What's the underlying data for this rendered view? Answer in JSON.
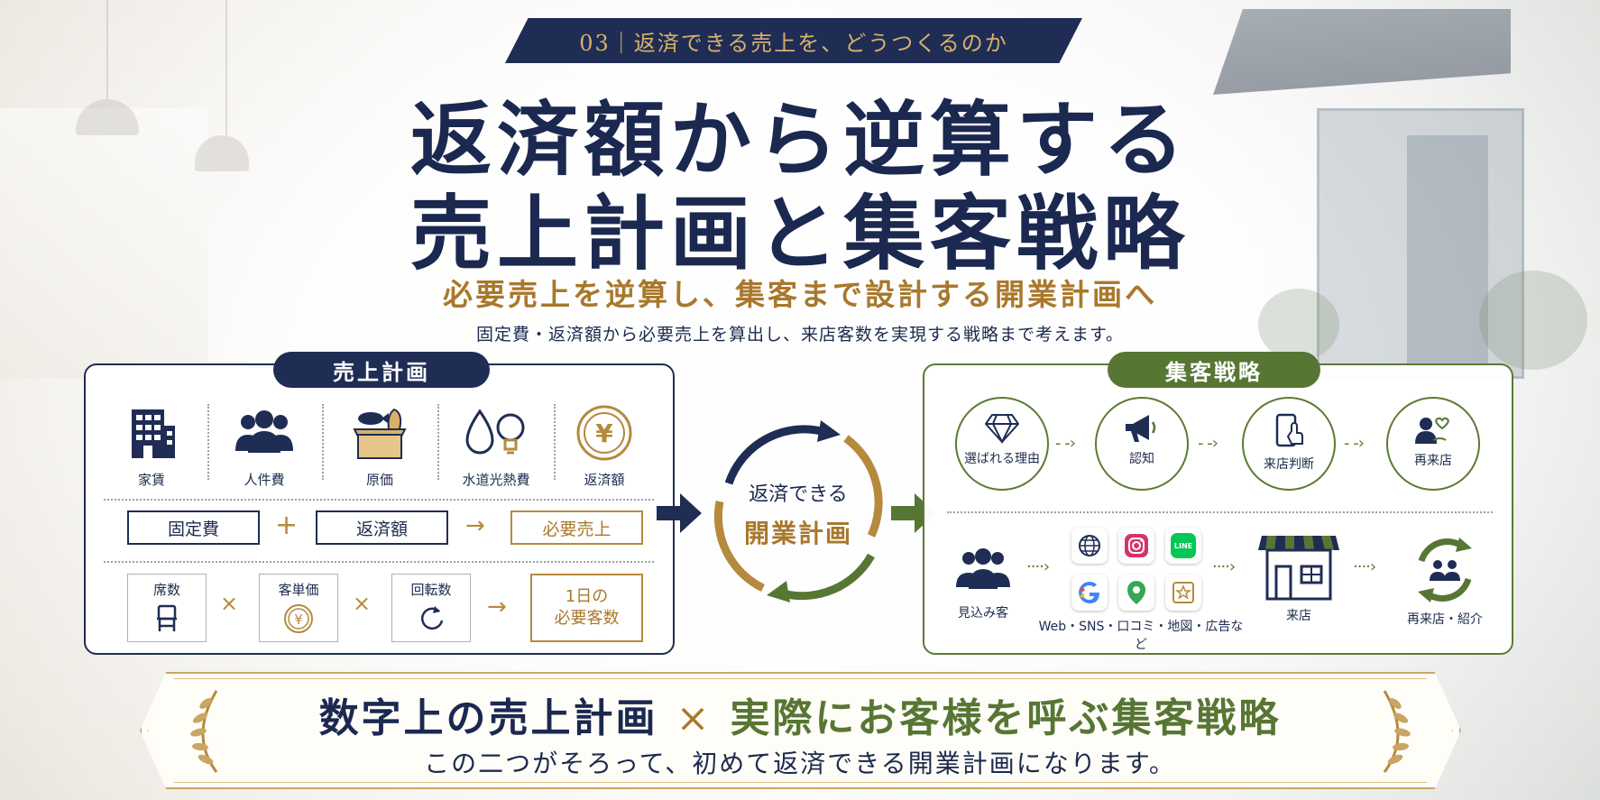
{
  "header": {
    "section_tag": "03｜返済できる売上を、どうつくるのか",
    "title_line1": "返済額から逆算する",
    "title_line2": "売上計画と集客戦略",
    "subtitle": "必要売上を逆算し、集客まで設計する開業計画へ",
    "description": "固定費・返済額から必要売上を算出し、来店客数を実現する戦略まで考えます。"
  },
  "sales_plan": {
    "label": "売上計画",
    "costs": [
      {
        "icon": "building-icon",
        "label": "家賃"
      },
      {
        "icon": "people-icon",
        "label": "人件費"
      },
      {
        "icon": "ingredients-box-icon",
        "label": "原価"
      },
      {
        "icon": "water-bulb-icon",
        "label": "水道光熱費"
      },
      {
        "icon": "yen-coin-icon",
        "label": "返済額"
      }
    ],
    "formula": {
      "fixed_cost": "固定費",
      "plus": "+",
      "repayment": "返済額",
      "arrow": "→",
      "required_sales": "必要売上"
    },
    "calc": {
      "seats": "席数",
      "times1": "×",
      "unit_price": "客単価",
      "times2": "×",
      "turnover": "回転数",
      "arrow": "→",
      "result_line1": "1日の",
      "result_line2": "必要客数"
    }
  },
  "center": {
    "line1": "返済できる",
    "line2": "開業計画"
  },
  "strategy": {
    "label": "集客戦略",
    "steps": [
      {
        "icon": "diamond-icon",
        "label": "選ばれる理由"
      },
      {
        "icon": "megaphone-icon",
        "label": "認知"
      },
      {
        "icon": "smartphone-tap-icon",
        "label": "来店判断"
      },
      {
        "icon": "person-heart-icon",
        "label": "再来店"
      }
    ],
    "flow": {
      "prospects": "見込み客",
      "channels": "Web・SNS・口コミ・地図・広告など",
      "visit": "来店",
      "repeat": "再来店・紹介"
    },
    "media_icons": [
      "globe-icon",
      "instagram-icon",
      "line-icon",
      "google-icon",
      "map-pin-icon",
      "review-star-icon"
    ],
    "line_text": "LINE"
  },
  "banner": {
    "left": "数字上の売上計画",
    "times": "×",
    "right": "実際にお客様を呼ぶ集客戦略",
    "sub": "この二つがそろって、初めて返済できる開業計画になります。"
  },
  "colors": {
    "navy": "#1f2d55",
    "gold": "#b58a3e",
    "green": "#577634"
  }
}
